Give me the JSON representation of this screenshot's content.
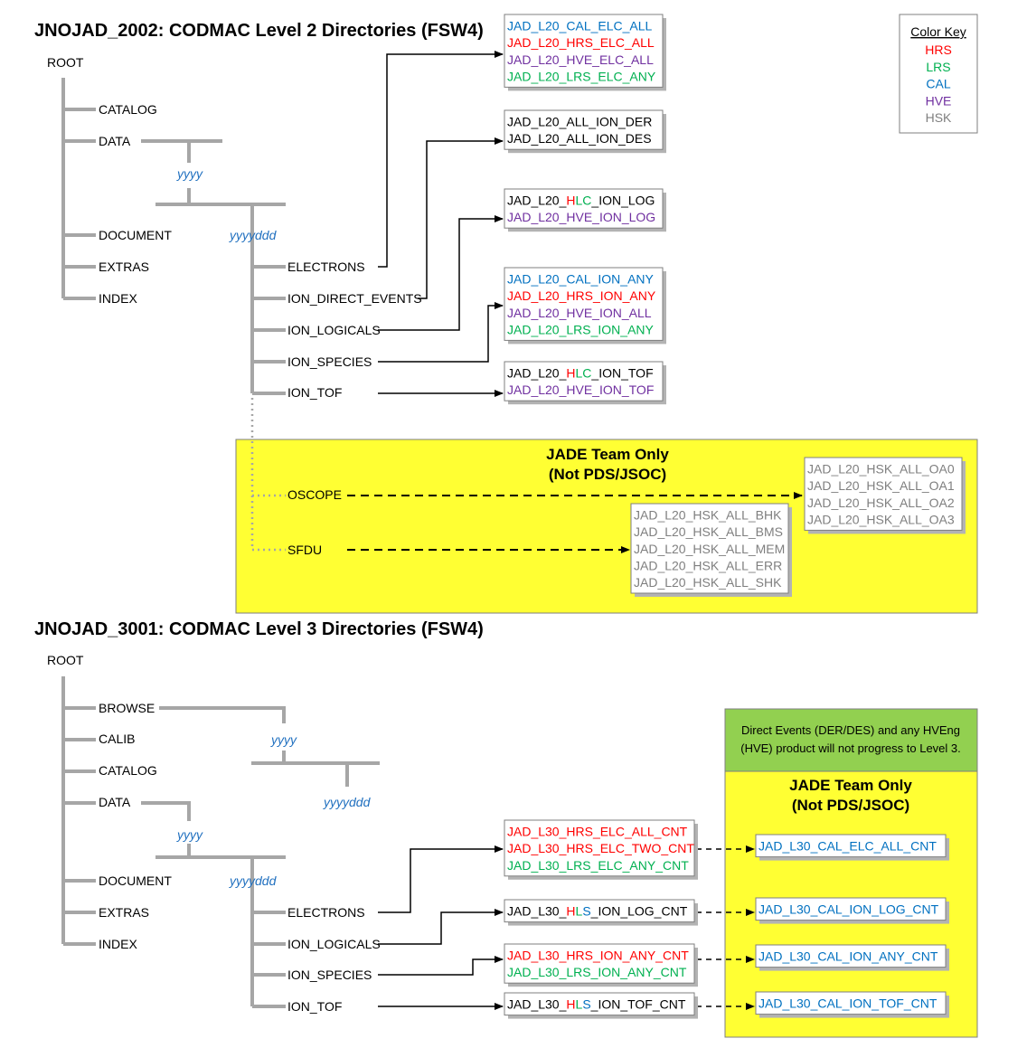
{
  "colors": {
    "HRS": "#ff0000",
    "LRS": "#00b050",
    "CAL": "#0070c0",
    "HVE": "#7030a0",
    "HSK": "#7f7f7f",
    "black": "#000000"
  },
  "section1": {
    "title": "JNOJAD_2002: CODMAC Level 2 Directories (FSW4)",
    "root": "ROOT",
    "dirs": [
      "CATALOG",
      "DATA",
      "DOCUMENT",
      "EXTRAS",
      "INDEX"
    ],
    "yyyy": "yyyy",
    "yyyyddd": "yyyyddd",
    "subdirs": [
      "ELECTRONS",
      "ION_DIRECT_EVENTS",
      "ION_LOGICALS",
      "ION_SPECIES",
      "ION_TOF"
    ],
    "team_only": {
      "line1": "JADE Team Only",
      "line2": "(Not PDS/JSOC)",
      "dirs": [
        "OSCOPE",
        "SFDU"
      ]
    },
    "boxes": [
      [
        [
          [
            "JAD_L20_CAL_ELC_ALL",
            "CAL"
          ]
        ],
        [
          [
            "JAD_L20_HRS_ELC_ALL",
            "HRS"
          ]
        ],
        [
          [
            "JAD_L20_HVE_ELC_ALL",
            "HVE"
          ]
        ],
        [
          [
            "JAD_L20_LRS_ELC_ANY",
            "LRS"
          ]
        ]
      ],
      [
        [
          [
            "JAD_L20_ALL_ION_DER",
            "black"
          ]
        ],
        [
          [
            "JAD_L20_ALL_ION_DES",
            "black"
          ]
        ]
      ],
      [
        [
          [
            "JAD_L20_",
            "black"
          ],
          [
            "H",
            "HRS"
          ],
          [
            "LC",
            "LRS"
          ],
          [
            "_ION_LOG",
            "black"
          ]
        ],
        [
          [
            "JAD_L20_HVE_ION_LOG",
            "HVE"
          ]
        ]
      ],
      [
        [
          [
            "JAD_L20_CAL_ION_ANY",
            "CAL"
          ]
        ],
        [
          [
            "JAD_L20_HRS_ION_ANY",
            "HRS"
          ]
        ],
        [
          [
            "JAD_L20_HVE_ION_ALL",
            "HVE"
          ]
        ],
        [
          [
            "JAD_L20_LRS_ION_ANY",
            "LRS"
          ]
        ]
      ],
      [
        [
          [
            "JAD_L20_",
            "black"
          ],
          [
            "H",
            "HRS"
          ],
          [
            "LC",
            "LRS"
          ],
          [
            "_ION_TOF",
            "black"
          ]
        ],
        [
          [
            "JAD_L20_HVE_ION_TOF",
            "HVE"
          ]
        ]
      ],
      [
        [
          [
            "JAD_L20_HSK_ALL_OA0",
            "HSK"
          ]
        ],
        [
          [
            "JAD_L20_HSK_ALL_OA1",
            "HSK"
          ]
        ],
        [
          [
            "JAD_L20_HSK_ALL_OA2",
            "HSK"
          ]
        ],
        [
          [
            "JAD_L20_HSK_ALL_OA3",
            "HSK"
          ]
        ]
      ],
      [
        [
          [
            "JAD_L20_HSK_ALL_BHK",
            "HSK"
          ]
        ],
        [
          [
            "JAD_L20_HSK_ALL_BMS",
            "HSK"
          ]
        ],
        [
          [
            "JAD_L20_HSK_ALL_MEM",
            "HSK"
          ]
        ],
        [
          [
            "JAD_L20_HSK_ALL_ERR",
            "HSK"
          ]
        ],
        [
          [
            "JAD_L20_HSK_ALL_SHK",
            "HSK"
          ]
        ]
      ]
    ]
  },
  "color_key": {
    "title": "Color Key",
    "items": [
      [
        "HRS",
        "HRS"
      ],
      [
        "LRS",
        "LRS"
      ],
      [
        "CAL",
        "CAL"
      ],
      [
        "HVE",
        "HVE"
      ],
      [
        "HSK",
        "HSK"
      ]
    ]
  },
  "section2": {
    "title": "JNOJAD_3001: CODMAC Level 3 Directories (FSW4)",
    "root": "ROOT",
    "dirs": [
      "BROWSE",
      "CALIB",
      "CATALOG",
      "DATA",
      "DOCUMENT",
      "EXTRAS",
      "INDEX"
    ],
    "yyyy": "yyyy",
    "yyyyddd": "yyyyddd",
    "subdirs": [
      "ELECTRONS",
      "ION_LOGICALS",
      "ION_SPECIES",
      "ION_TOF"
    ],
    "note_line1": "Direct Events (DER/DES) and any HVEng",
    "note_line2": "(HVE) product will not progress to Level 3.",
    "team_only": {
      "line1": "JADE Team Only",
      "line2": "(Not PDS/JSOC)"
    },
    "boxes": [
      [
        [
          [
            "JAD_L30_HRS_ELC_ALL_CNT",
            "HRS"
          ]
        ],
        [
          [
            "JAD_L30_HRS_ELC_TWO_CNT",
            "HRS"
          ]
        ],
        [
          [
            "JAD_L30_LRS_ELC_ANY_CNT",
            "LRS"
          ]
        ]
      ],
      [
        [
          [
            "JAD_L30_",
            "black"
          ],
          [
            "H",
            "HRS"
          ],
          [
            "L",
            "LRS"
          ],
          [
            "S",
            "CAL"
          ],
          [
            "_ION_LOG_CNT",
            "black"
          ]
        ]
      ],
      [
        [
          [
            "JAD_L30_HRS_ION_ANY_CNT",
            "HRS"
          ]
        ],
        [
          [
            "JAD_L30_LRS_ION_ANY_CNT",
            "LRS"
          ]
        ]
      ],
      [
        [
          [
            "JAD_L30_",
            "black"
          ],
          [
            "H",
            "HRS"
          ],
          [
            "L",
            "LRS"
          ],
          [
            "S",
            "CAL"
          ],
          [
            "_ION_TOF_CNT",
            "black"
          ]
        ]
      ],
      [
        [
          [
            "JAD_L30_CAL_ELC_ALL_CNT",
            "CAL"
          ]
        ]
      ],
      [
        [
          [
            "JAD_L30_CAL_ION_LOG_CNT",
            "CAL"
          ]
        ]
      ],
      [
        [
          [
            "JAD_L30_CAL_ION_ANY_CNT",
            "CAL"
          ]
        ]
      ],
      [
        [
          [
            "JAD_L30_CAL_ION_TOF_CNT",
            "CAL"
          ]
        ]
      ]
    ]
  }
}
